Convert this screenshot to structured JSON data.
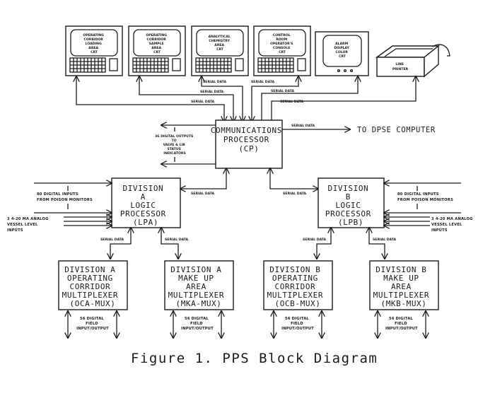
{
  "figure": {
    "caption": "Figure 1. PPS Block Diagram"
  },
  "terminals": [
    {
      "id": "crt-ocla",
      "lines": [
        "OPERATING",
        "CORRIDOR",
        "LOADING",
        "AREA",
        "CRT"
      ]
    },
    {
      "id": "crt-ocsa",
      "lines": [
        "OPERATING",
        "CORRIDOR",
        "SAMPLE",
        "AREA",
        "CRT"
      ]
    },
    {
      "id": "crt-aca",
      "lines": [
        "ANALYTICAL",
        "CHEMISTRY",
        "AREA",
        "CRT"
      ]
    },
    {
      "id": "crt-croc",
      "lines": [
        "CONTROL",
        "ROOM",
        "OPERATOR'S",
        "CONSOLE",
        "CRT"
      ]
    },
    {
      "id": "crt-alarm",
      "lines": [
        "ALARM",
        "DISPLAY",
        "COLOR",
        "CRT"
      ]
    },
    {
      "id": "printer",
      "lines": [
        "LINE",
        "PRINTER"
      ]
    }
  ],
  "labels": {
    "serial_data": "SERIAL DATA",
    "to_dpse": "TO DPSE COMPUTER",
    "digital_outputs": [
      "36 DIGITAL OUTPUTS",
      "TO",
      "VALVE & LIB",
      "STATUS",
      "INDICATORS"
    ],
    "poison_inputs": [
      "80 DIGITAL INPUTS",
      "FROM POISON MONITORS"
    ],
    "analog_inputs_a": [
      "3 4-20 MA ANALOG",
      "VESSEL LEVEL",
      "INPUTS"
    ],
    "analog_inputs_b": [
      "3 4-20 MA ANALOG",
      "VESSEL LEVEL",
      "INPUTS"
    ],
    "field_io": [
      "56 DIGITAL",
      "FIELD",
      "INPUT/OUTPUT"
    ]
  },
  "blocks": {
    "cp": [
      "COMMUNICATIONS",
      "PROCESSOR",
      "(CP)"
    ],
    "lpa": [
      "DIVISION",
      "A",
      "LOGIC",
      "PROCESSOR",
      "(LPA)"
    ],
    "lpb": [
      "DIVISION",
      "B",
      "LOGIC",
      "PROCESSOR",
      "(LPB)"
    ],
    "oca": [
      "DIVISION A",
      "OPERATING",
      "CORRIDOR",
      "MULTIPLEXER",
      "(OCA-MUX)"
    ],
    "mka": [
      "DIVISION A",
      "MAKE UP",
      "AREA",
      "MULTIPLEXER",
      "(MKA-MUX)"
    ],
    "ocb": [
      "DIVISION B",
      "OPERATING",
      "CORRIDOR",
      "MULTIPLEXER",
      "(OCB-MUX)"
    ],
    "mkb": [
      "DIVISION B",
      "MAKE UP",
      "AREA",
      "MULTIPLEXER",
      "(MKB-MUX)"
    ]
  }
}
